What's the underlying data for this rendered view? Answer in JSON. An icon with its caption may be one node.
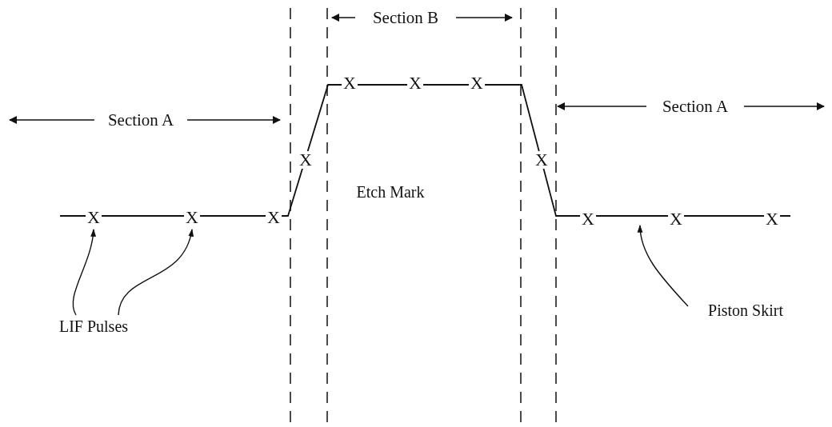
{
  "diagram": {
    "nodes": [
      {
        "text": [
          "X"
        ]
      },
      {
        "text": [
          "X"
        ]
      },
      {
        "text": [
          "X"
        ]
      },
      {
        "text": [
          "X"
        ]
      },
      {
        "text": [
          "X"
        ]
      },
      {
        "text": [
          "X"
        ]
      },
      {
        "text": [
          "X"
        ]
      },
      {
        "text": [
          "X"
        ]
      },
      {
        "text": [
          "X"
        ]
      },
      {
        "text": [
          "X"
        ]
      },
      {
        "text": [
          "X"
        ]
      },
      {
        "text": [
          "Piston Skirt"
        ]
      },
      {
        "text": [
          "LIF Pulses"
        ]
      }
    ],
    "edges": [
      {
        "from": 12,
        "to": 5,
        "arrow": "to"
      },
      {
        "from": 12,
        "to": 6,
        "arrow": "to"
      },
      {
        "from": 11,
        "to": null,
        "arrow": "to"
      }
    ],
    "labels": [
      "Section B",
      "Section A",
      "Section A",
      "Etch Mark"
    ]
  }
}
